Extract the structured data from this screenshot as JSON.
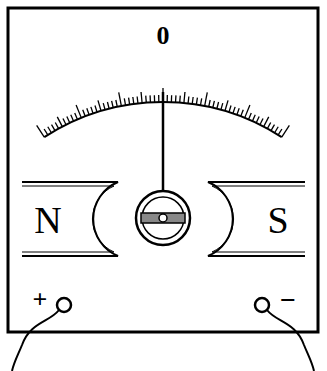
{
  "diagram": {
    "labels": [
      "0",
      "N",
      "S",
      "+",
      "−"
    ]
  }
}
